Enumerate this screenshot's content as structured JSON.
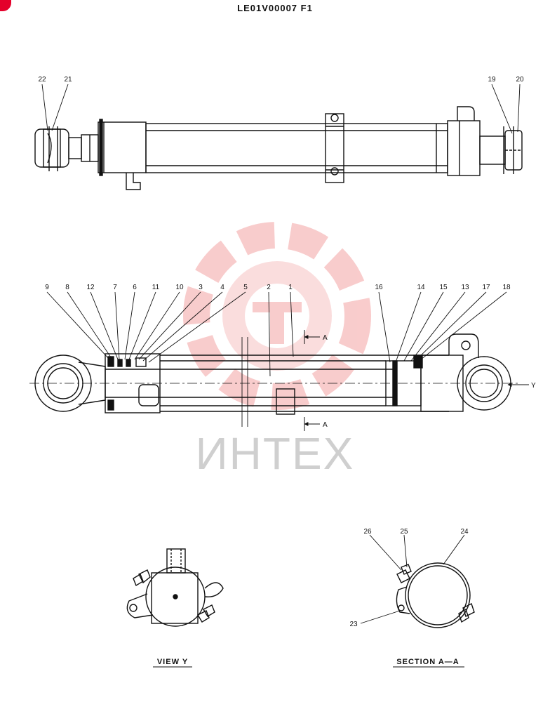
{
  "drawing_code": "LE01V00007",
  "drawing_suffix": "F1",
  "watermark": "ИНТЕХ",
  "callouts": [
    "1",
    "2",
    "3",
    "4",
    "5",
    "6",
    "7",
    "8",
    "9",
    "10",
    "11",
    "12",
    "13",
    "14",
    "15",
    "16",
    "17",
    "18",
    "19",
    "20",
    "21",
    "22",
    "23",
    "24",
    "25",
    "26"
  ],
  "section_marker": "A",
  "view_marker": "Y",
  "captions": {
    "view": "VIEW  Y",
    "section": "SECTION  A—A"
  }
}
